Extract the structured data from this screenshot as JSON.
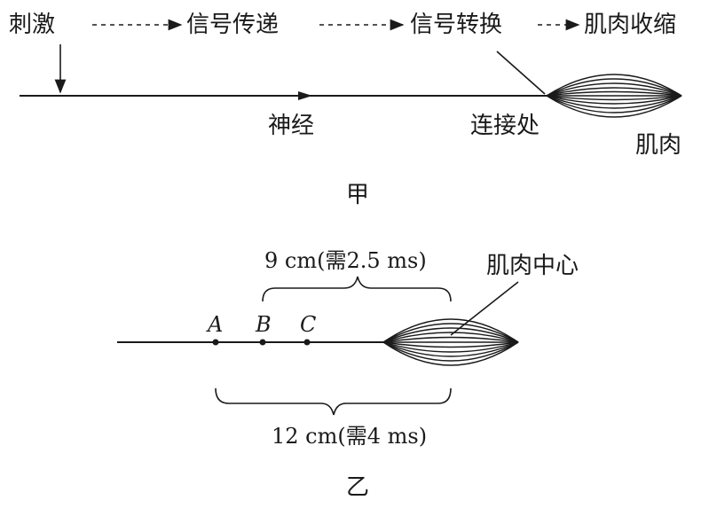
{
  "diagram_a": {
    "flow": {
      "step1": "刺激",
      "step2": "信号传递",
      "step3": "信号转换",
      "step4": "肌肉收缩"
    },
    "labels": {
      "nerve": "神经",
      "junction": "连接处",
      "muscle": "肌肉"
    },
    "caption": "甲"
  },
  "diagram_b": {
    "points": [
      "A",
      "B",
      "C"
    ],
    "brace_top_label": "9 cm(需2.5 ms)",
    "brace_bottom_label": "12 cm(需4 ms)",
    "muscle_center_label": "肌肉中心",
    "caption": "乙"
  }
}
